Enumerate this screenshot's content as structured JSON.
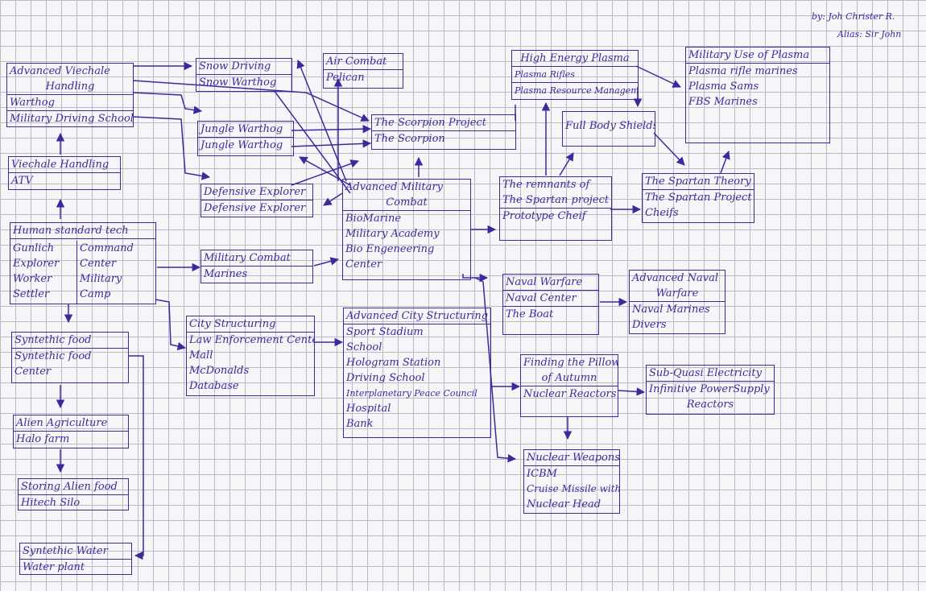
{
  "author": {
    "line1": "by: Joh Christer R.",
    "line2": "Alias: Sir John"
  },
  "nodes": {
    "avh": {
      "title1": "Advanced Viechale",
      "title2": "Handling",
      "items": [
        "Warthog",
        "Military Driving School"
      ]
    },
    "snow": {
      "title": "Snow Driving",
      "items": [
        "Snow Warthog"
      ]
    },
    "air": {
      "title": "Air Combat",
      "items": [
        "Pelican"
      ]
    },
    "hep": {
      "title": "High Energy Plasma",
      "items": [
        "Plasma Rifles",
        "Plasma Resource Management"
      ]
    },
    "mup": {
      "title": "Military Use of Plasma",
      "items": [
        "Plasma rifle marines",
        "Plasma Sams",
        "FBS Marines"
      ]
    },
    "scorp": {
      "title": "The Scorpion Project",
      "items": [
        "The Scorpion"
      ]
    },
    "fbs": {
      "title": "Full Body Shields"
    },
    "jungle": {
      "title": "Jungle Warthog",
      "items": [
        "Jungle Warthog"
      ]
    },
    "vh": {
      "title": "Viechale Handling",
      "items": [
        "ATV"
      ]
    },
    "def": {
      "title": "Defensive Explorer",
      "items": [
        "Defensive Explorer"
      ]
    },
    "amc": {
      "title1": "Advanced Military",
      "title2": "Combat",
      "items": [
        "BioMarine",
        "Military Academy",
        "Bio Engeneering",
        "Center"
      ]
    },
    "rem": {
      "title1": "The remnants of",
      "title2": "The Spartan project",
      "items": [
        "Prototype Cheif"
      ]
    },
    "spt": {
      "title": "The Spartan Theory",
      "items": [
        "The Spartan Project",
        "Cheifs"
      ]
    },
    "hst": {
      "title": "Human standard tech",
      "left": [
        "Gunlich",
        "Explorer",
        "Worker",
        "Settler"
      ],
      "right": [
        "Command",
        "Center",
        "Military",
        "Camp"
      ]
    },
    "mc": {
      "title": "Military Combat",
      "items": [
        "Marines"
      ]
    },
    "naval": {
      "title": "Naval Warfare",
      "items": [
        "Naval Center",
        "The Boat"
      ]
    },
    "anw": {
      "title1": "Advanced Naval",
      "title2": "Warfare",
      "items": [
        "Naval Marines",
        "Divers"
      ]
    },
    "city": {
      "title": "City Structuring",
      "items": [
        "Law Enforcement Center",
        "Mall",
        "McDonalds",
        "Database"
      ]
    },
    "acs": {
      "title": "Advanced City Structuring",
      "items": [
        "Sport Stadium",
        "School",
        "Hologram Station",
        "Driving School",
        "Interplanetary Peace Council",
        "Hospital",
        "Bank"
      ]
    },
    "synf": {
      "title": "Syntethic food",
      "items": [
        "Syntethic food",
        "Center"
      ]
    },
    "pillow": {
      "title1": "Finding the Pillow",
      "title2": "of Autumn",
      "items": [
        "Nuclear Reactors"
      ]
    },
    "sqe": {
      "title": "Sub-Quasi Electricity",
      "items": [
        "Infinitive PowerSupply",
        "Reactors"
      ]
    },
    "alien": {
      "title": "Alien Agriculture",
      "items": [
        "Halo farm"
      ]
    },
    "nuke": {
      "title": "Nuclear Weapons",
      "items": [
        "ICBM",
        "Cruise Missile with",
        "Nuclear Head"
      ]
    },
    "store": {
      "title": "Storing Alien food",
      "items": [
        "Hitech Silo"
      ]
    },
    "water": {
      "title": "Syntethic Water",
      "items": [
        "Water plant"
      ]
    }
  }
}
